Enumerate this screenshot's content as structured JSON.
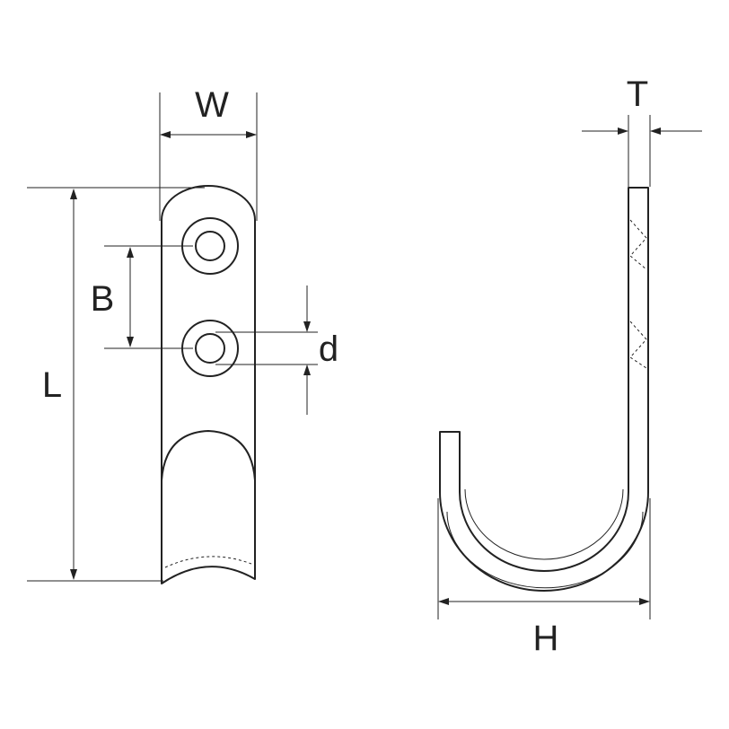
{
  "labels": {
    "width": "W",
    "hole_spacing": "B",
    "hole_diameter": "d",
    "length": "L",
    "thickness": "T",
    "hook_depth": "H"
  },
  "colors": {
    "line": "#222222",
    "background": "#ffffff"
  }
}
